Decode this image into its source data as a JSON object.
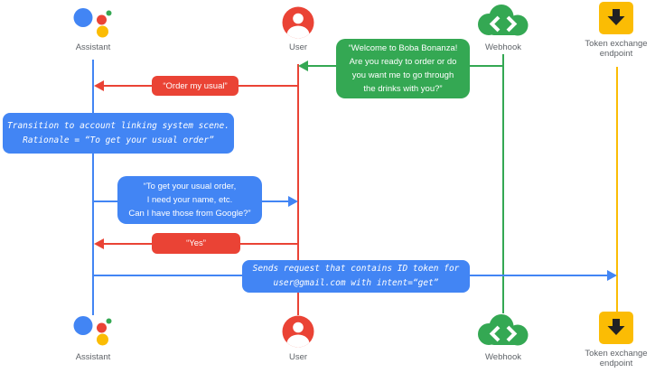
{
  "palette": {
    "blue": "#4285f4",
    "red": "#ea4335",
    "green": "#34a853",
    "yellow": "#fbbc04",
    "label_gray": "#5f6368"
  },
  "actors": {
    "assistant": {
      "label": "Assistant"
    },
    "user": {
      "label": "User"
    },
    "webhook": {
      "label": "Webhook"
    },
    "token_endpoint": {
      "label": "Token exchange\nendpoint"
    }
  },
  "messages": {
    "welcome": {
      "from": "Webhook",
      "to": "User",
      "color": "#34a853",
      "text": "“Welcome to Boba Bonanza!\nAre you ready to order or do\nyou want me to go through\nthe drinks with you?”"
    },
    "order_usual": {
      "from": "User",
      "to": "Assistant",
      "color": "#ea4335",
      "text": "“Order my usual”"
    },
    "transition_note": {
      "color": "#4285f4",
      "text": "Transition to account linking system scene.\nRationale = “To get your usual order”"
    },
    "ask_details": {
      "from": "Assistant",
      "to": "User",
      "color": "#4285f4",
      "text": "“To get your usual order,\nI need your name, etc.\nCan I have those from Google?”"
    },
    "yes": {
      "from": "User",
      "to": "Assistant",
      "color": "#ea4335",
      "text": "“Yes”"
    },
    "send_request": {
      "from": "Assistant",
      "to": "Token exchange endpoint",
      "color": "#4285f4",
      "text": "Sends request that contains ID token for\nuser@gmail.com with intent=“get”"
    }
  }
}
